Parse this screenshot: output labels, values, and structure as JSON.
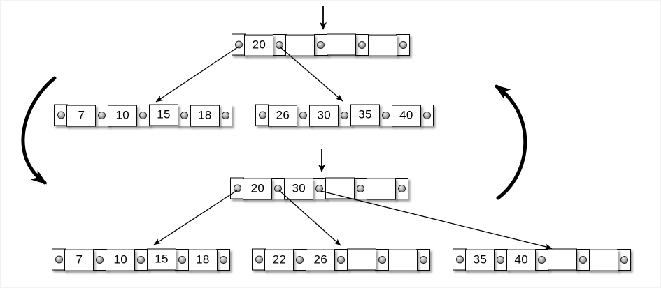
{
  "diagram": {
    "type": "btree-insert-split",
    "colors": {
      "node_border": "#000000",
      "node_fill": "#ffffff",
      "pointer_dot": "#8f8f8f",
      "arrow": "#000000"
    },
    "icons": {
      "pointer_slot": "pointer-dot-icon",
      "insert_cursor": "down-arrow-icon",
      "cycle_left": "curved-arrow-down-icon",
      "cycle_right": "curved-arrow-up-icon"
    },
    "nodes": [
      {
        "id": "root-before",
        "keys": [
          "20",
          "",
          "",
          ""
        ]
      },
      {
        "id": "left-child-before",
        "keys": [
          "7",
          "10",
          "15",
          "18"
        ]
      },
      {
        "id": "right-child-before",
        "keys": [
          "26",
          "30",
          "35",
          "40"
        ]
      },
      {
        "id": "root-after",
        "keys": [
          "20",
          "30",
          "",
          ""
        ]
      },
      {
        "id": "left-child-after",
        "keys": [
          "7",
          "10",
          "15",
          "18"
        ]
      },
      {
        "id": "middle-child-after",
        "keys": [
          "22",
          "26",
          "",
          ""
        ]
      },
      {
        "id": "right-child-after",
        "keys": [
          "35",
          "40",
          "",
          ""
        ]
      }
    ]
  }
}
